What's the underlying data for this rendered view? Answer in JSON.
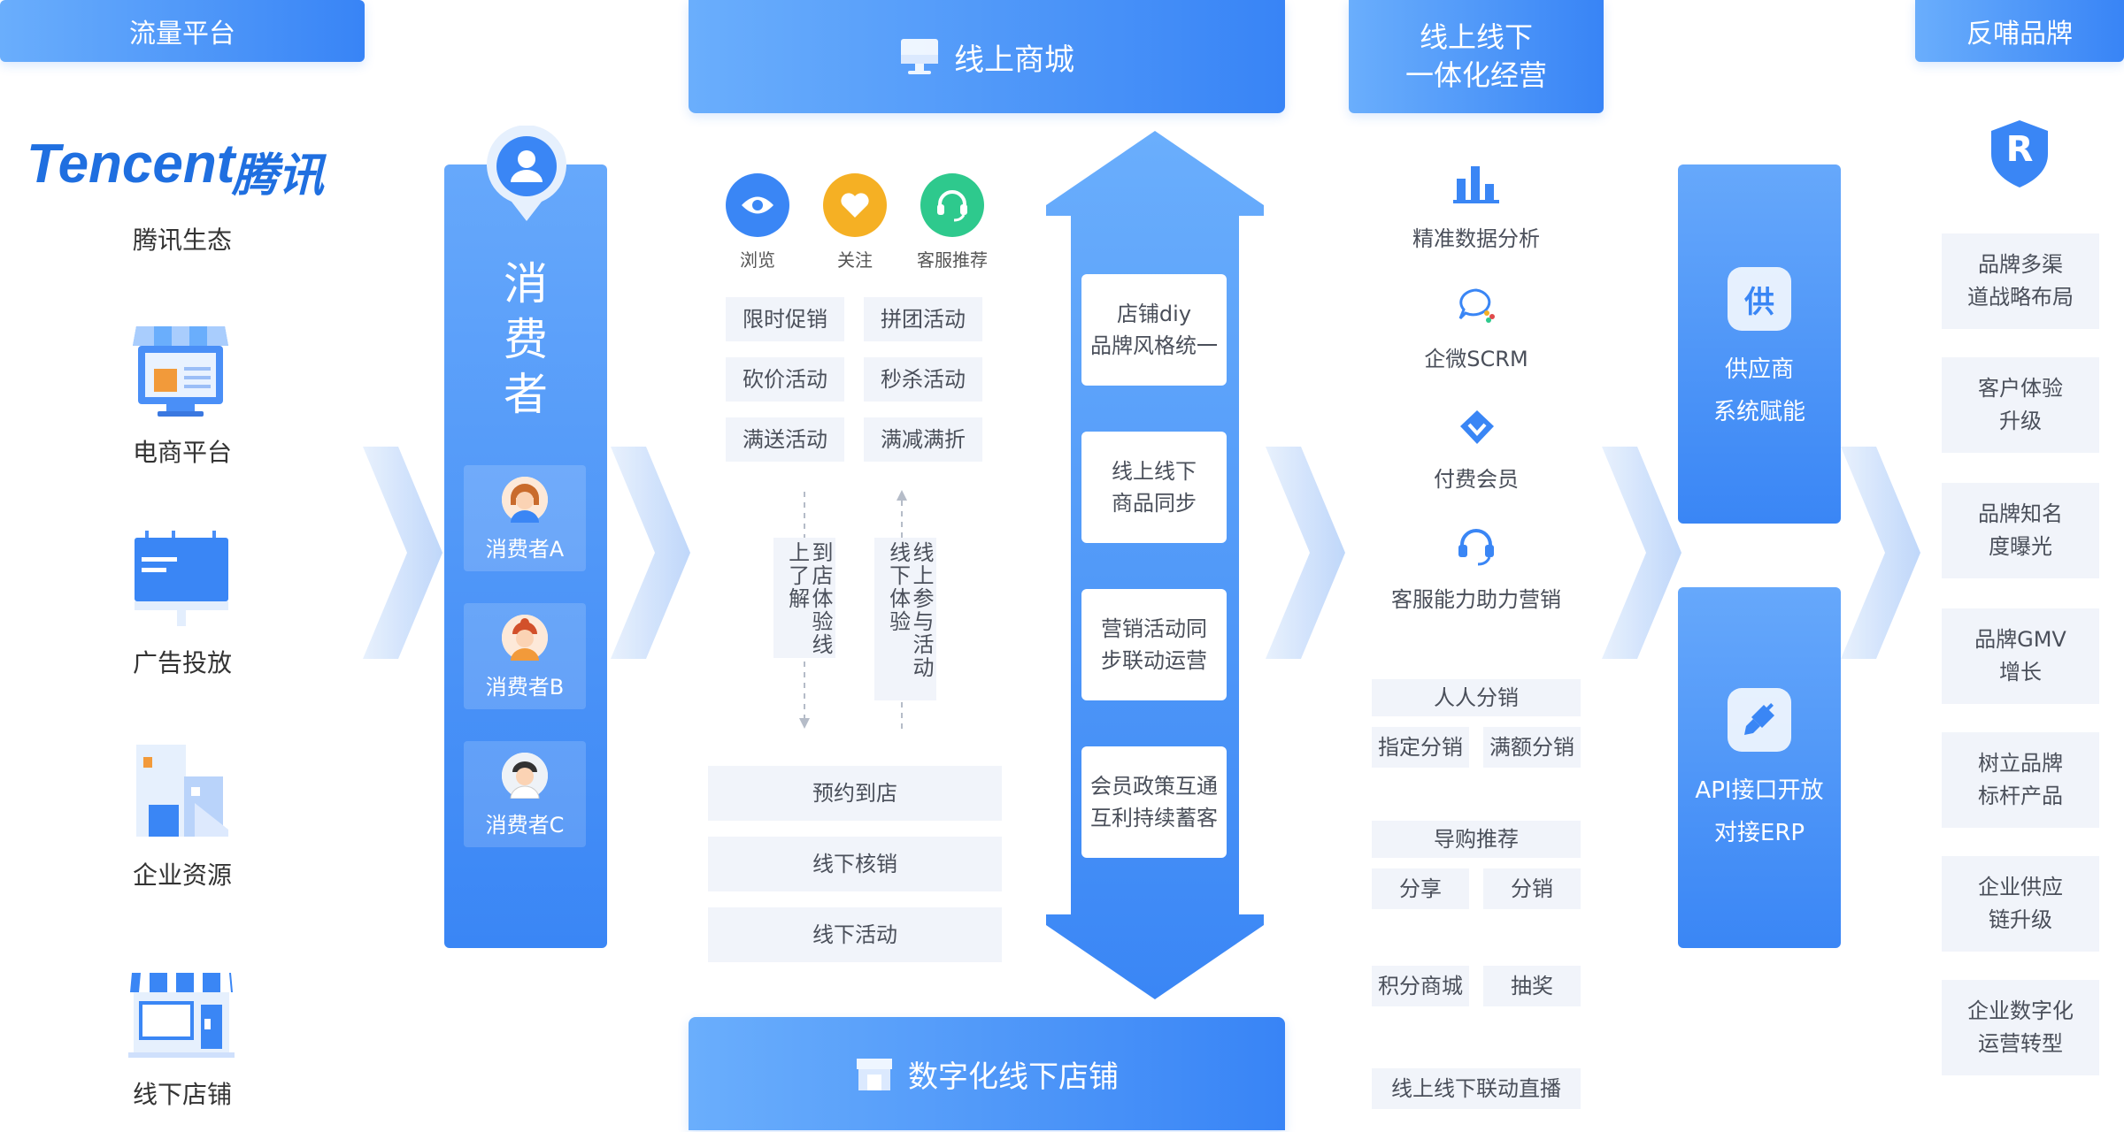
{
  "colors": {
    "accent": "#3a86f5",
    "accent_light": "#6aaefc",
    "tag_bg": "#f1f4fa",
    "text": "#4a4f5a"
  },
  "headers": {
    "traffic": "流量平台",
    "mall": "线上商城",
    "o2o_line1": "线上线下",
    "o2o_line2": "一体化经营",
    "brand": "反哺品牌",
    "offline_store": "数字化线下店铺"
  },
  "traffic": {
    "tencent_logo_text": "Tencent腾讯",
    "items": [
      {
        "label": "腾讯生态",
        "icon": "tencent-logo"
      },
      {
        "label": "电商平台",
        "icon": "storefront-icon"
      },
      {
        "label": "广告投放",
        "icon": "billboard-icon"
      },
      {
        "label": "企业资源",
        "icon": "building-icon"
      },
      {
        "label": "线下店铺",
        "icon": "shop-icon"
      }
    ]
  },
  "consumer": {
    "title_chars": [
      "消",
      "费",
      "者"
    ],
    "users": [
      {
        "label": "消费者A"
      },
      {
        "label": "消费者B"
      },
      {
        "label": "消费者C"
      }
    ]
  },
  "mall": {
    "icons": [
      {
        "label": "浏览",
        "icon": "eye-icon",
        "color": "#3a86f5"
      },
      {
        "label": "关注",
        "icon": "heart-icon",
        "color": "#f5b024"
      },
      {
        "label": "客服推荐",
        "icon": "headset-icon",
        "color": "#2ec98d"
      }
    ],
    "promos": [
      "限时促销",
      "拼团活动",
      "砍价活动",
      "秒杀活动",
      "满送活动",
      "满减满折"
    ],
    "flow_down": "到店体验线上了解",
    "flow_up": "线上参与活动线下体验",
    "offline_actions": [
      "预约到店",
      "线下核销",
      "线下活动"
    ]
  },
  "arrow_cards": [
    {
      "line1": "店铺diy",
      "line2": "品牌风格统一"
    },
    {
      "line1": "线上线下",
      "line2": "商品同步"
    },
    {
      "line1": "营销活动同",
      "line2": "步联动运营"
    },
    {
      "line1": "会员政策互通",
      "line2": "互利持续蓄客"
    }
  ],
  "o2o": {
    "features": [
      {
        "label": "精准数据分析",
        "icon": "bar-chart-icon"
      },
      {
        "label": "企微SCRM",
        "icon": "chat-bubble-icon"
      },
      {
        "label": "付费会员",
        "icon": "diamond-icon"
      },
      {
        "label": "客服能力助力营销",
        "icon": "headset-icon"
      }
    ],
    "distribution": {
      "title": "人人分销",
      "items": [
        "指定分销",
        "满额分销"
      ]
    },
    "guide": {
      "title": "导购推荐",
      "items": [
        "分享",
        "分销"
      ]
    },
    "extras": [
      "积分商城",
      "抽奖"
    ],
    "live": "线上线下联动直播"
  },
  "supply": {
    "supplier_icon_text": "供",
    "supplier_line1": "供应商",
    "supplier_line2": "系统赋能",
    "api_line1": "API接口开放",
    "api_line2": "对接ERP"
  },
  "brand": {
    "logo_letter": "R",
    "items": [
      {
        "line1": "品牌多渠",
        "line2": "道战略布局"
      },
      {
        "line1": "客户体验",
        "line2": "升级"
      },
      {
        "line1": "品牌知名",
        "line2": "度曝光"
      },
      {
        "line1": "品牌GMV",
        "line2": "增长"
      },
      {
        "line1": "树立品牌",
        "line2": "标杆产品"
      },
      {
        "line1": "企业供应",
        "line2": "链升级"
      },
      {
        "line1": "企业数字化",
        "line2": "运营转型"
      }
    ]
  }
}
